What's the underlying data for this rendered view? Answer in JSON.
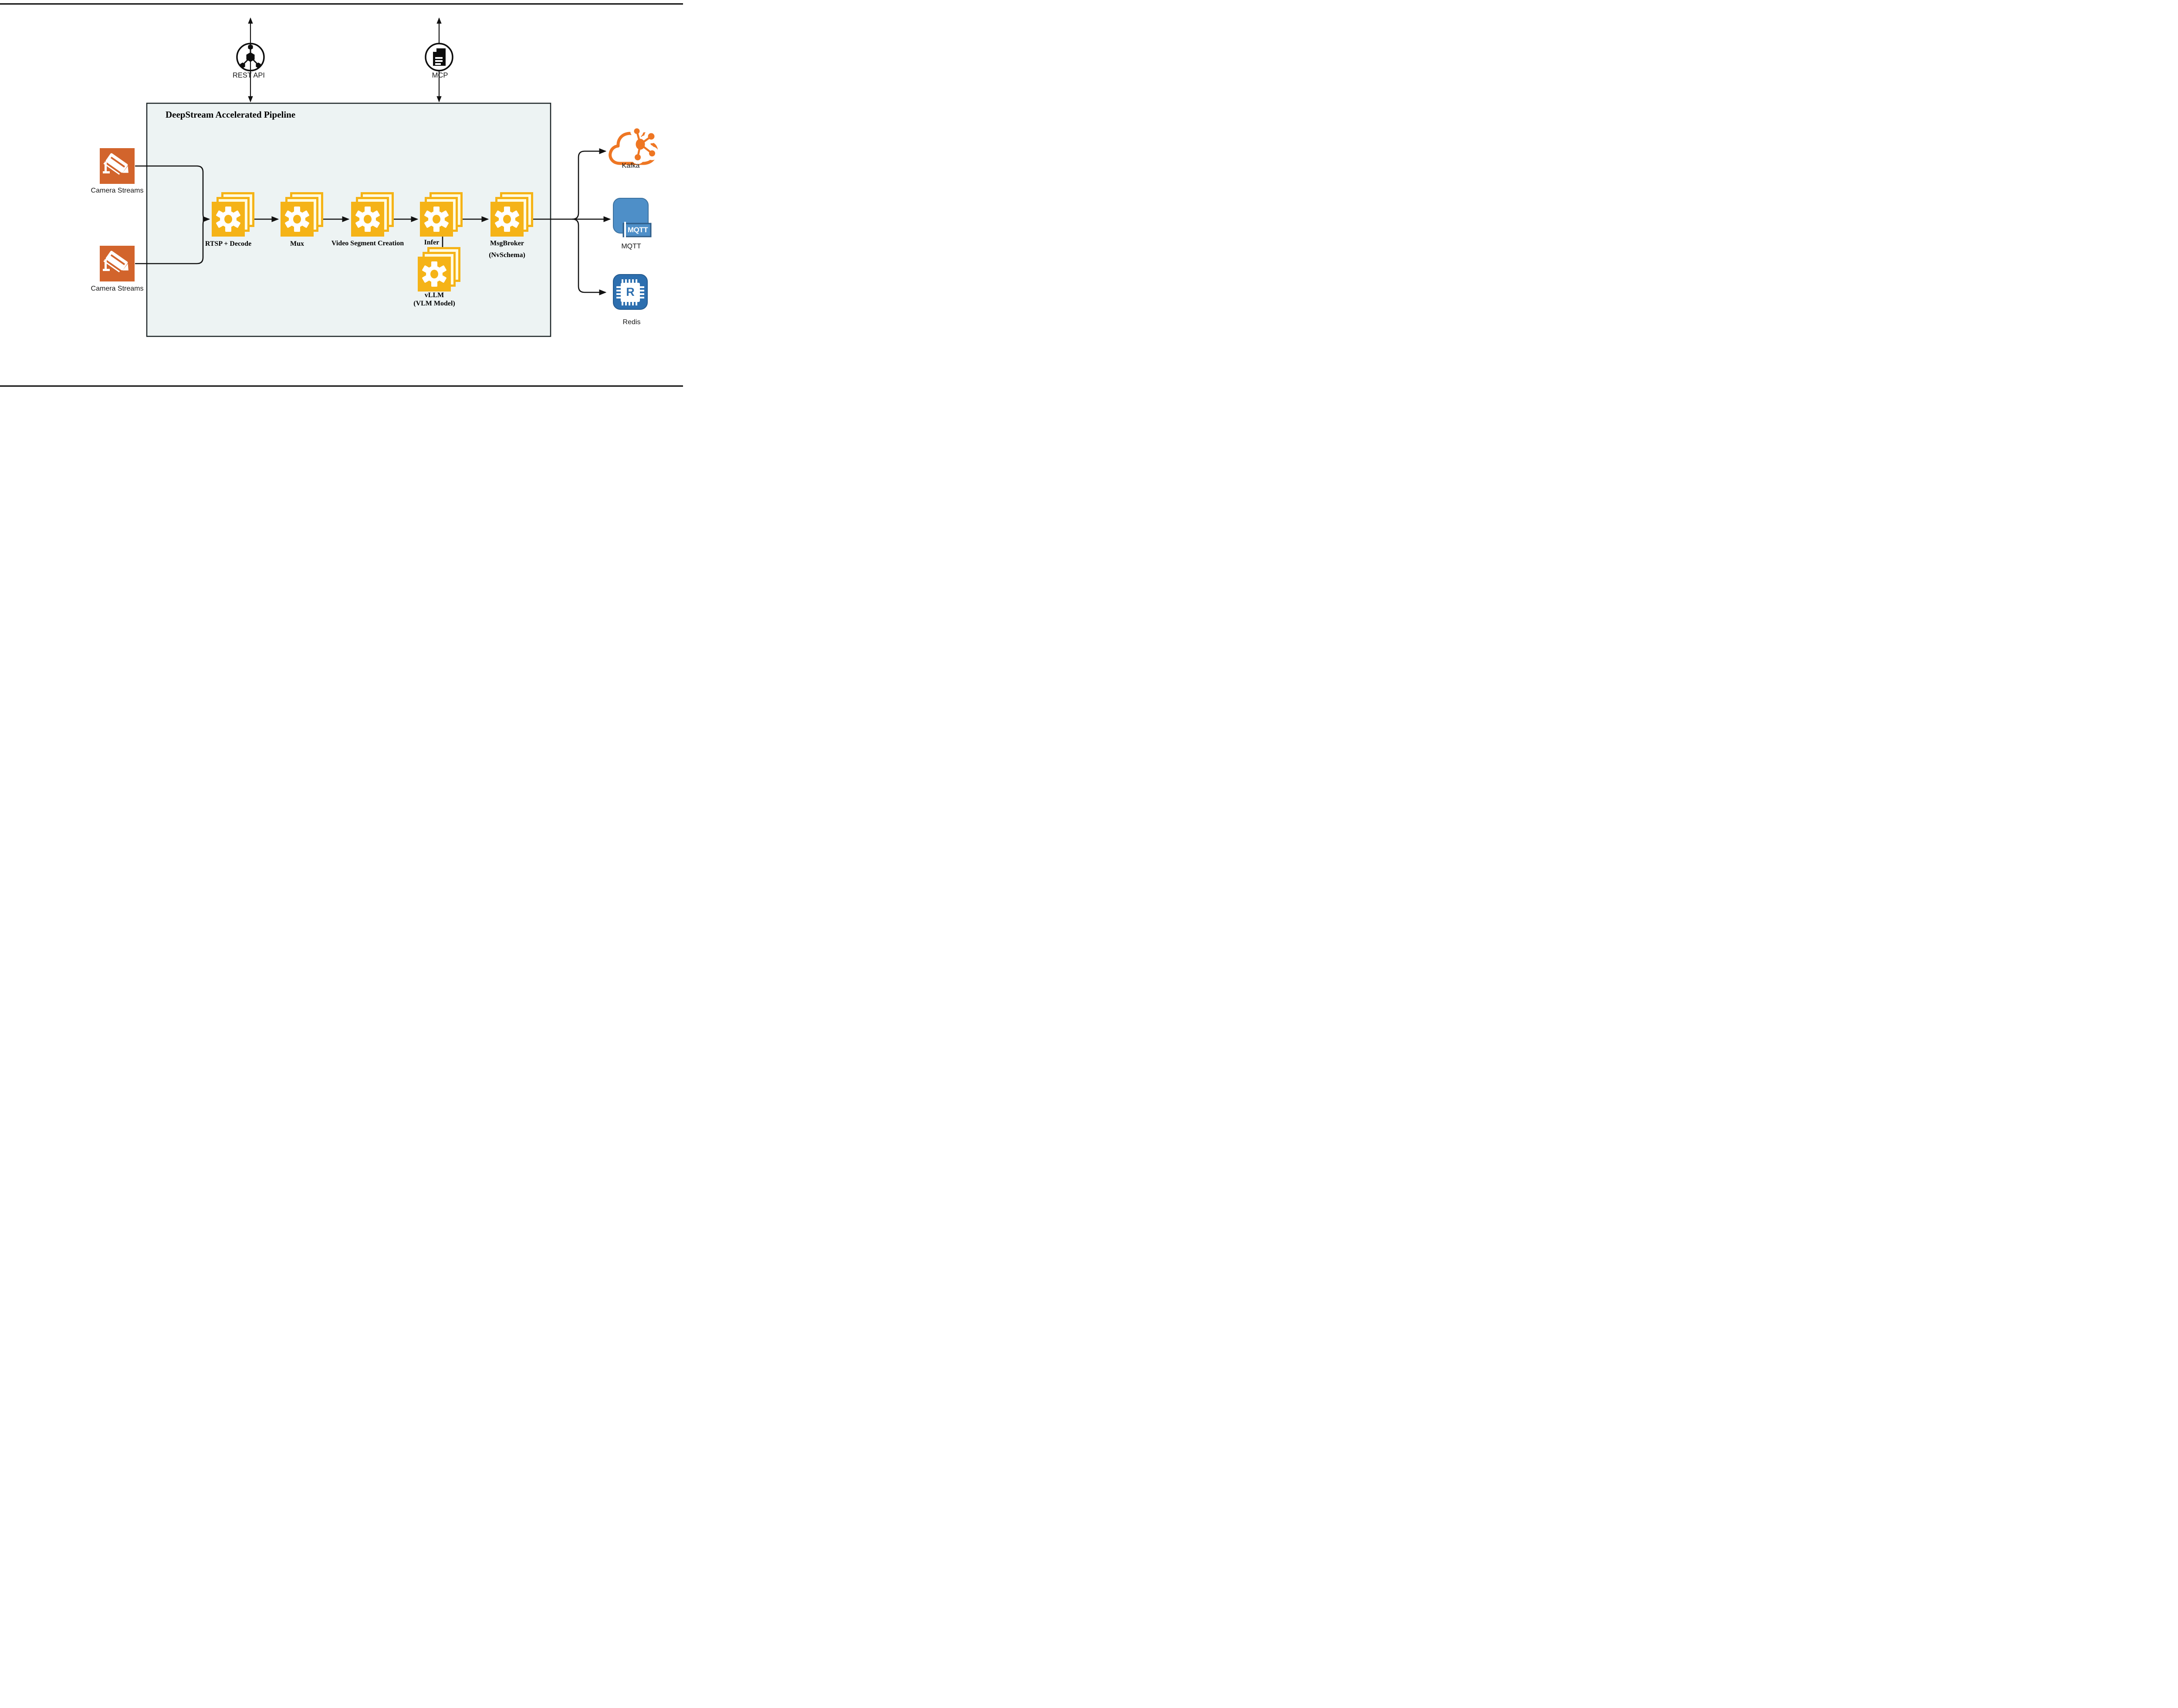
{
  "diagram": {
    "pipeline_box": {
      "title": "DeepStream Accelerated Pipeline",
      "fill": "#edf3f3",
      "border": "#1d2527"
    },
    "interfaces": [
      {
        "label": "REST API",
        "icon": "api-hub-icon"
      },
      {
        "label": "MCP",
        "icon": "document-icon"
      }
    ],
    "sources": [
      {
        "label": "Camera Streams",
        "icon": "cctv-camera-icon",
        "color": "#d2642c"
      },
      {
        "label": "Camera Streams",
        "icon": "cctv-camera-icon",
        "color": "#d2642c"
      }
    ],
    "stages": [
      {
        "label": "RTSP + Decode"
      },
      {
        "label": "Mux"
      },
      {
        "label": "Video Segment Creation"
      },
      {
        "label": "Infer"
      },
      {
        "label": "MsgBroker",
        "sublabel": "(NvSchema)"
      }
    ],
    "side_stage": {
      "label": "vLLM",
      "sublabel": "(VLM Model)"
    },
    "outputs": [
      {
        "label": "Kafka",
        "icon": "kafka-cloud-icon",
        "color": "#ee7623"
      },
      {
        "label": "MQTT",
        "badge": "MQTT",
        "icon": "mqtt-badge-icon",
        "color": "#4e8fc8"
      },
      {
        "label": "Redis",
        "badge": "R",
        "icon": "redis-chip-icon",
        "color": "#2d6faf"
      }
    ],
    "colors": {
      "stage_card": "#f5b317",
      "stage_card_inner": "#fffbe0",
      "line": "#111111",
      "page_rule": "#000000"
    }
  }
}
